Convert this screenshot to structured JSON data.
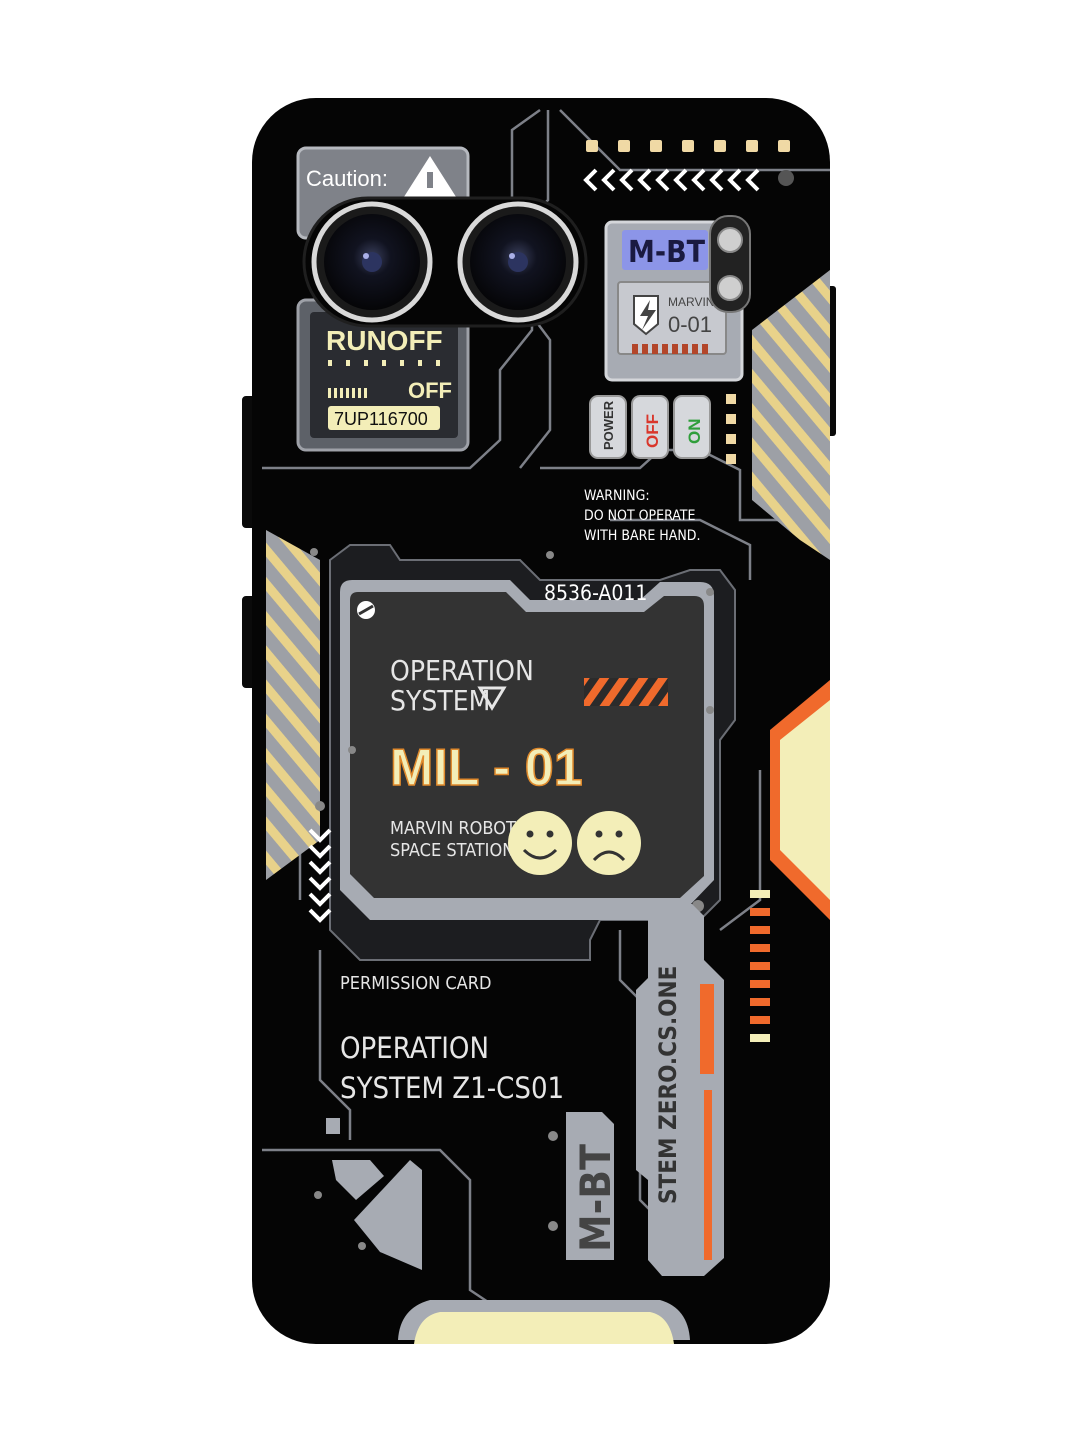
{
  "case": {
    "caution_label": "Caution:",
    "caution_icon": "warning-triangle-icon",
    "runoff": {
      "title": "RUNOFF",
      "status": "OFF",
      "readout": "7UP116700"
    },
    "mbt_badge": {
      "title": "M-BT",
      "model_label": "MARVIN",
      "model_code": "0-01"
    },
    "power_switches": {
      "label": "POWER",
      "off": "OFF",
      "on": "ON"
    },
    "warning": {
      "line1": "WARNING:",
      "line2": "DO NOT OPERATE",
      "line3": "WITH BARE HAND."
    },
    "main_panel": {
      "serial": "8536-A011",
      "os_line1": "OPERATION",
      "os_line2": "SYSTEM",
      "model": "MIL - 01",
      "station_line1": "MARVIN ROBOT",
      "station_line2": "SPACE STATION"
    },
    "permission": {
      "card_label": "PERMISSION CARD",
      "line1": "OPERATION",
      "line2": "SYSTEM Z1-CS01"
    },
    "side_labels": {
      "mbt": "M-BT",
      "stem": "STEM ZERO.CS.ONE"
    },
    "colors": {
      "case_black": "#050505",
      "panel_gray": "#a7abb3",
      "cream": "#f3eeb8",
      "accent_orange": "#f06a2c",
      "screen_blue": "#8c95e8"
    }
  }
}
